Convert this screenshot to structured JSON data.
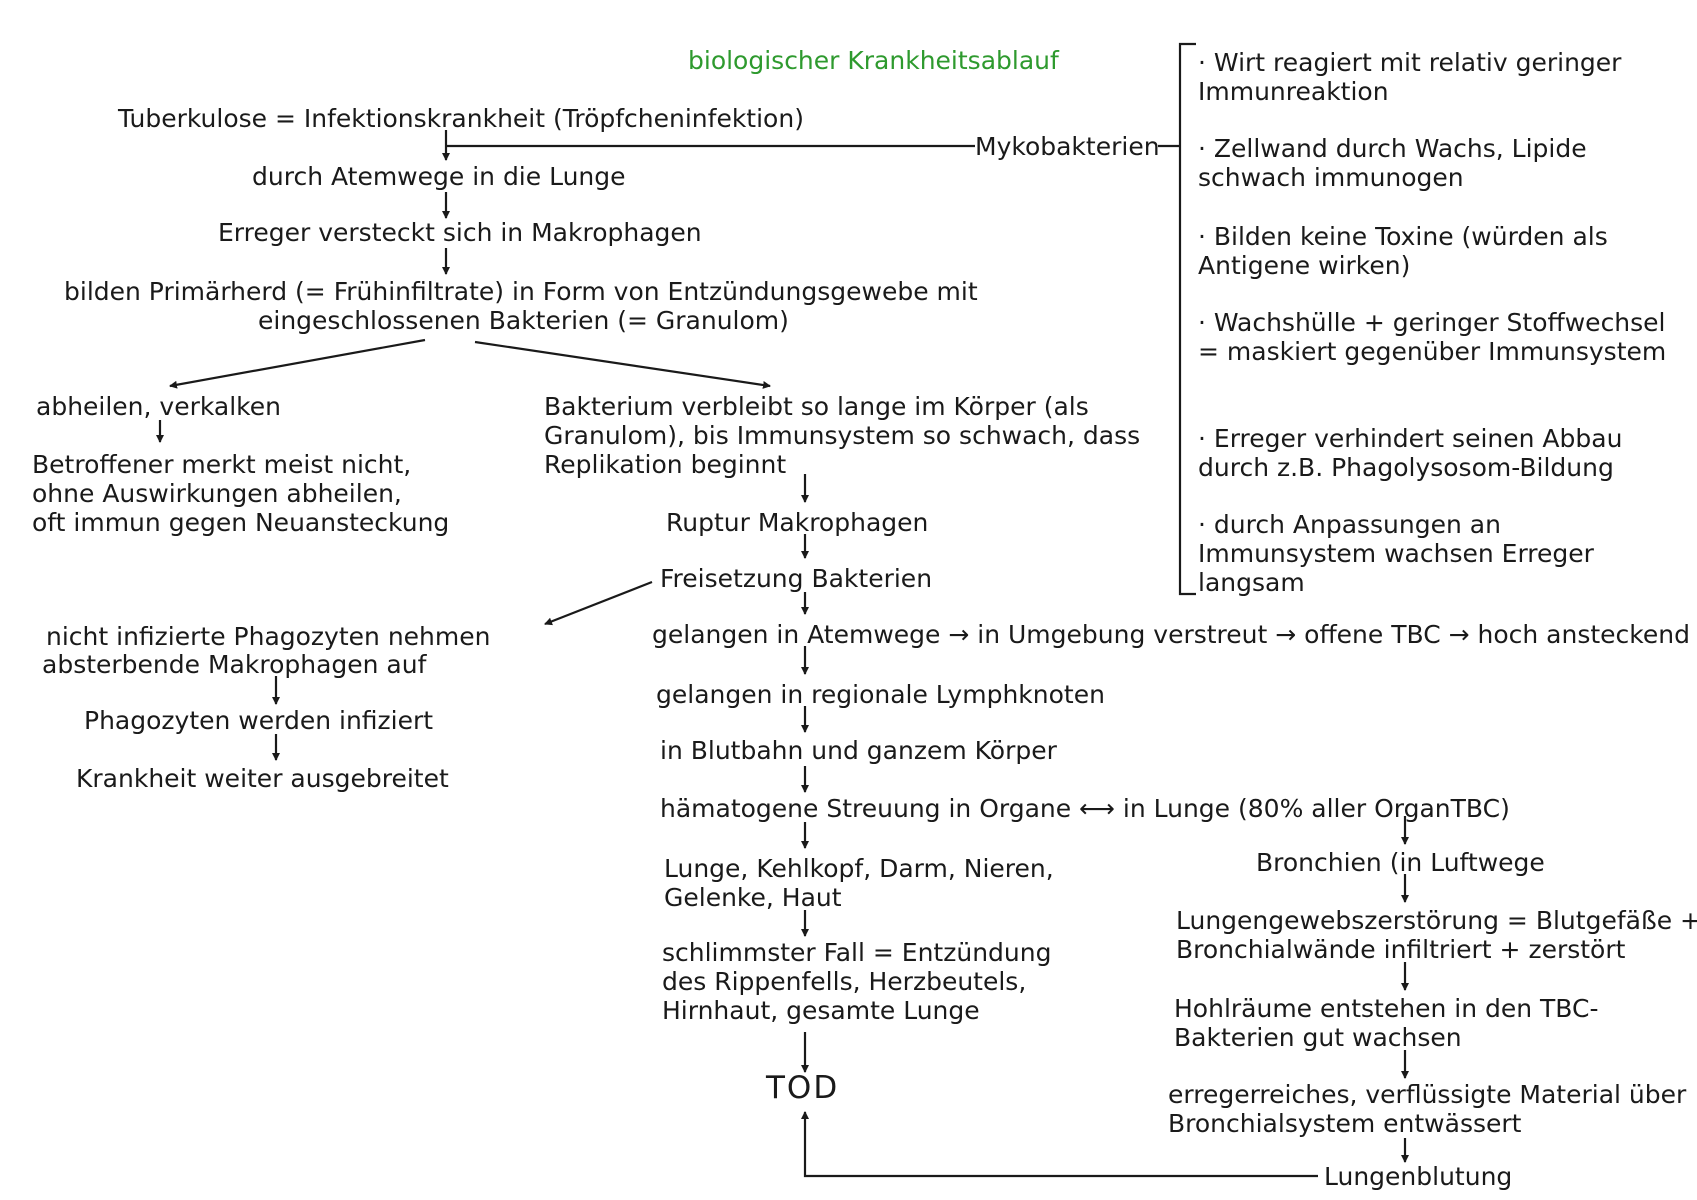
{
  "colors": {
    "title": "#2e9a2e",
    "ink": "#1a1a1a"
  },
  "title": "biologischer Krankheitsablauf",
  "main": {
    "tbc": "Tuberkulose = Infektionskrankheit (Tröpfcheninfektion)",
    "mykobakterien": "Mykobakterien",
    "atemwege": "durch Atemwege in die Lunge",
    "makrophagen": "Erreger versteckt sich in Makrophagen",
    "primaerherd_1": "bilden Primärherd (= Frühinfiltrate) in Form von Entzündungsgewebe mit",
    "primaerherd_2": "eingeschlossenen Bakterien (= Granulom)"
  },
  "left": {
    "abheilen": "abheilen, verkalken",
    "betroffener_1": "Betroffener merkt meist nicht,",
    "betroffener_2": "ohne Auswirkungen abheilen,",
    "betroffener_3": "oft immun gegen Neuansteckung",
    "phago_1": "nicht infizierte Phagozyten nehmen",
    "phago_2": "absterbende Makrophagen auf",
    "infiziert": "Phagozyten werden infiziert",
    "ausgebreitet": "Krankheit weiter ausgebreitet"
  },
  "center": {
    "bakterium_1": "Bakterium verbleibt so lange im Körper (als",
    "bakterium_2": "Granulom), bis Immunsystem so schwach, dass",
    "bakterium_3": "Replikation beginnt",
    "ruptur": "Ruptur Makrophagen",
    "freisetzung": "Freisetzung Bakterien",
    "atemwege_row": "gelangen in Atemwege → in Umgebung verstreut → offene TBC → hoch ansteckend",
    "lymph": "gelangen in regionale Lymphknoten",
    "blutbahn": "in Blutbahn und ganzem Körper",
    "streuung": "hämatogene Streuung in Organe ⟷ in Lunge (80% aller OrganTBC)",
    "organe_1": "Lunge, Kehlkopf, Darm, Nieren,",
    "organe_2": "Gelenke, Haut",
    "fall_1": "schlimmster Fall = Entzündung",
    "fall_2": "des Rippenfells, Herzbeutels,",
    "fall_3": "Hirnhaut, gesamte Lunge",
    "tod": "TOD"
  },
  "lung": {
    "bronchien": "Bronchien (in Luftwege",
    "zerstoerung_1": "Lungengewebszerstörung = Blutgefäße +",
    "zerstoerung_2": "Bronchialwände infiltriert + zerstört",
    "hohlraeume_1": "Hohlräume entstehen in den TBC-",
    "hohlraeume_2": "Bakterien gut wachsen",
    "material_1": "erregerreiches, verflüssigte Material über",
    "material_2": "Bronchialsystem entwässert",
    "blutung": "Lungenblutung"
  },
  "facts": [
    "· Wirt reagiert mit relativ geringer Immunreaktion",
    "· Zellwand durch Wachs, Lipide schwach immunogen",
    "· Bilden keine Toxine (würden als Antigene wirken)",
    "· Wachshülle + geringer Stoffwechsel = maskiert gegenüber Immunsystem",
    "· Erreger verhindert seinen Abbau durch z.B. Phagolysosom-Bildung",
    "· durch Anpassungen an Immunsystem wachsen Erreger langsam"
  ]
}
